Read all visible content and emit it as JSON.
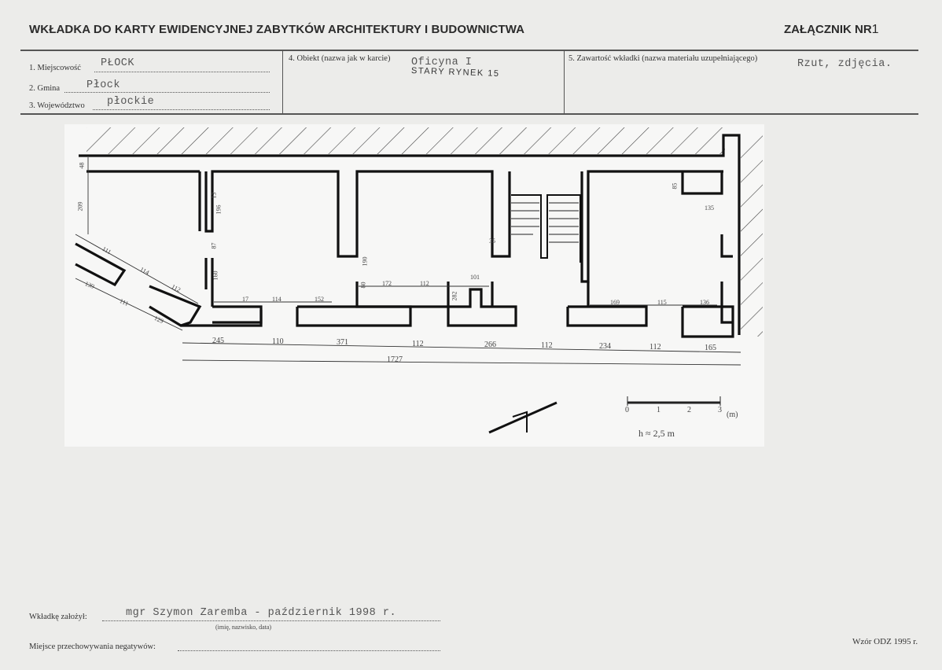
{
  "header": {
    "title": "WKŁADKA DO KARTY EWIDENCYJNEJ ZABYTKÓW ARCHITEKTURY I BUDOWNICTWA",
    "attachment_label": "ZAŁĄCZNIK NR",
    "attachment_number": "1"
  },
  "fields": {
    "place_label": "1. Miejscowość",
    "place_value": "PŁOCK",
    "commune_label": "2. Gmina",
    "commune_value": "Płock",
    "voivodeship_label": "3. Województwo",
    "voivodeship_value": "płockie",
    "object_label": "4. Obiekt (nazwa jak w karcie)",
    "object_value": "Oficyna I",
    "object_address": "STARY RYNEK 15",
    "contents_label": "5. Zawartość wkładki (nazwa materiału uzupełniającego)",
    "contents_value": "Rzut, zdjęcia."
  },
  "plan": {
    "dimensions_bottom": [
      "245",
      "110",
      "371",
      "112",
      "266",
      "112",
      "234",
      "112",
      "165"
    ],
    "total_length": "1727",
    "dims_left_diag": [
      "139",
      "111",
      "129"
    ],
    "dims_upper_diag": [
      "111",
      "114",
      "112"
    ],
    "dims_vertical": [
      "48",
      "209",
      "13",
      "196",
      "87",
      "160",
      "190",
      "35",
      "80",
      "85",
      "135"
    ],
    "dims_inner_bottom": [
      "17",
      "114",
      "152",
      "172",
      "112",
      "282",
      "101",
      "169",
      "115",
      "136"
    ],
    "scale_ticks": [
      "0",
      "1",
      "2",
      "3"
    ],
    "scale_unit": "(m)",
    "height_note": "h ≈ 2,5 m"
  },
  "footer": {
    "founded_label": "Wkładkę założył:",
    "founded_value": "mgr Szymon Zaremba - październik 1998 r.",
    "founded_hint": "(imię, nazwisko, data)",
    "negatives_label": "Miejsce przechowywania negatywów:",
    "form_id": "Wzór ODZ 1995 r."
  }
}
